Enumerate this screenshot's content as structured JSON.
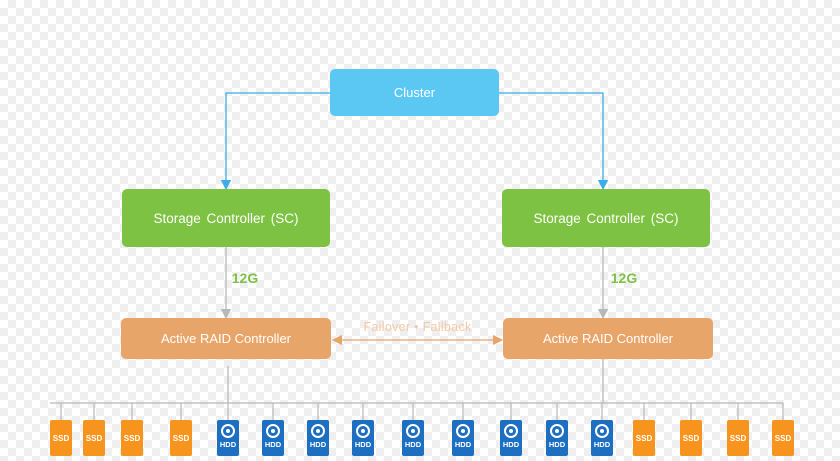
{
  "colors": {
    "cluster": "#5ac8f3",
    "storage_controller": "#7dc242",
    "raid": "#e8a56a",
    "ssd": "#f7941d",
    "hdd": "#1d6fc1",
    "cluster_link": "#3aaee5",
    "gray_link": "#b8b8b8",
    "speed_text": "#7dc242",
    "failover_text": "#f2c9a4"
  },
  "cluster": {
    "label": "Cluster"
  },
  "controllers": [
    {
      "label": "Storage Controller (SC)"
    },
    {
      "label": "Storage Controller (SC)"
    }
  ],
  "links": {
    "left_speed": "12G",
    "right_speed": "12G"
  },
  "raid": [
    {
      "label": "Active RAID Controller"
    },
    {
      "label": "Active RAID Controller"
    }
  ],
  "failover_label": "Failover • Fallback",
  "drives": [
    {
      "type": "ssd",
      "label": "SSD"
    },
    {
      "type": "ssd",
      "label": "SSD"
    },
    {
      "type": "ssd",
      "label": "SSD"
    },
    {
      "type": "ssd",
      "label": "SSD"
    },
    {
      "type": "hdd",
      "label": "HDD"
    },
    {
      "type": "hdd",
      "label": "HDD"
    },
    {
      "type": "hdd",
      "label": "HDD"
    },
    {
      "type": "hdd",
      "label": "HDD"
    },
    {
      "type": "hdd",
      "label": "HDD"
    },
    {
      "type": "hdd",
      "label": "HDD"
    },
    {
      "type": "hdd",
      "label": "HDD"
    },
    {
      "type": "hdd",
      "label": "HDD"
    },
    {
      "type": "hdd",
      "label": "HDD"
    },
    {
      "type": "ssd",
      "label": "SSD"
    },
    {
      "type": "ssd",
      "label": "SSD"
    },
    {
      "type": "ssd",
      "label": "SSD"
    },
    {
      "type": "ssd",
      "label": "SSD"
    }
  ]
}
